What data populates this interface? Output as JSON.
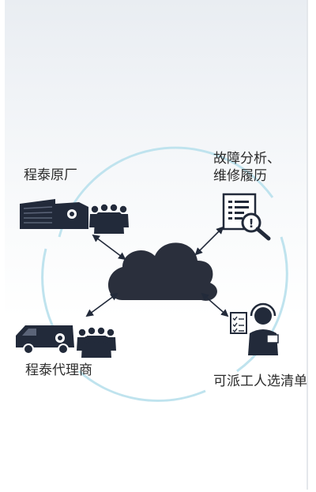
{
  "labels": {
    "factory": "程泰原厂",
    "analysis_line1": "故障分析、",
    "analysis_line2": "维修履历",
    "dealer": "程泰代理商",
    "dispatch": "可派工人选清单"
  },
  "icons": {
    "cloud": "cloud-icon",
    "factory": "factory-building-icon",
    "people": "people-group-icon",
    "van": "service-van-icon",
    "report": "report-magnifier-icon",
    "operator": "headset-operator-icon",
    "arrows": "double-arrow-icon"
  },
  "colors": {
    "icon": "#222a3a",
    "cloud": "#2a2f3c",
    "ring": "#bfe3ee",
    "text": "#2b2b2b"
  }
}
